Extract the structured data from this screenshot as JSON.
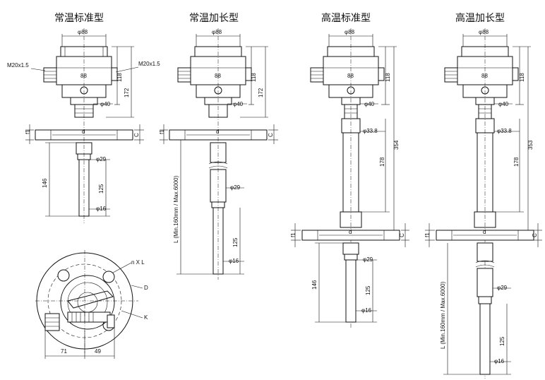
{
  "titles": {
    "std_normal": "常温标准型",
    "ext_normal": "常温加长型",
    "std_high": "高温标准型",
    "ext_high": "高温加长型"
  },
  "dims": {
    "d88": "φ88",
    "m20": "M20x1.5",
    "d118": "118",
    "d172": "172",
    "d40": "φ40",
    "f1": "f1",
    "c": "C",
    "d": "d",
    "d29": "φ29",
    "d146": "146",
    "d125": "125",
    "d16": "φ16",
    "d33": "φ33.8",
    "d178": "178",
    "d354": "354",
    "d353": "353",
    "lrange": "L (Min.160mm / Max.6000)",
    "nxl": "n X L",
    "bigD": "D",
    "bigK": "K",
    "d71": "71",
    "d49": "49"
  }
}
